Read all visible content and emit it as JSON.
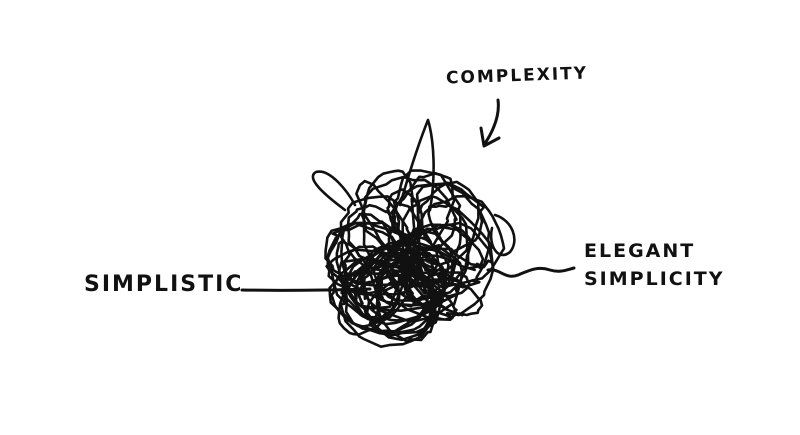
{
  "labels": {
    "complexity": "Complexity",
    "simplistic": "Simplistic",
    "elegant_line1": "Elegant",
    "elegant_line2": "Simplicity"
  },
  "colors": {
    "ink": "#111111",
    "background": "#ffffff"
  }
}
